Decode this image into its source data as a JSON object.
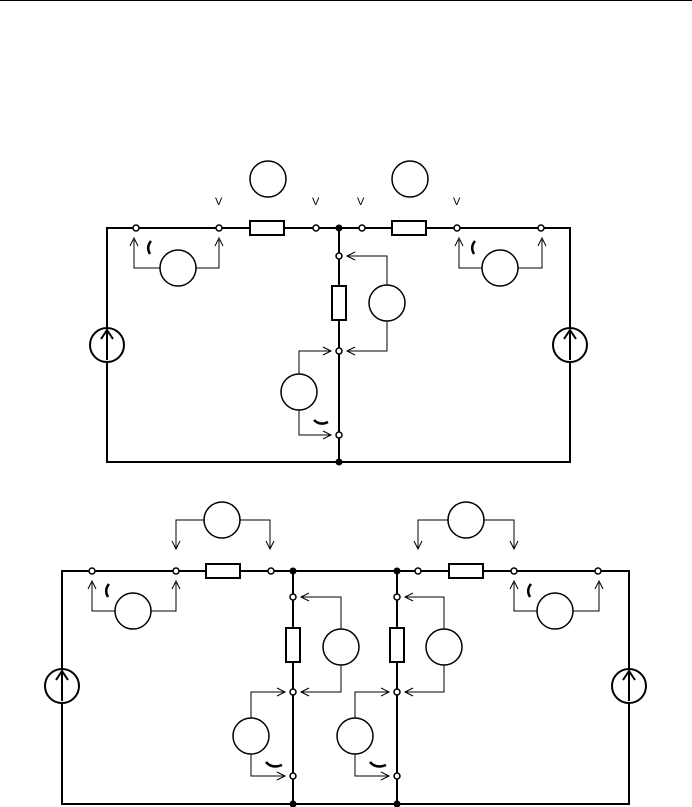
{
  "circuit_top": {
    "voltage_meter_markers": [
      "V",
      "V",
      "V",
      "V"
    ]
  },
  "circuit_bottom": {},
  "colors": {
    "stroke": "#000000",
    "background": "#ffffff"
  }
}
